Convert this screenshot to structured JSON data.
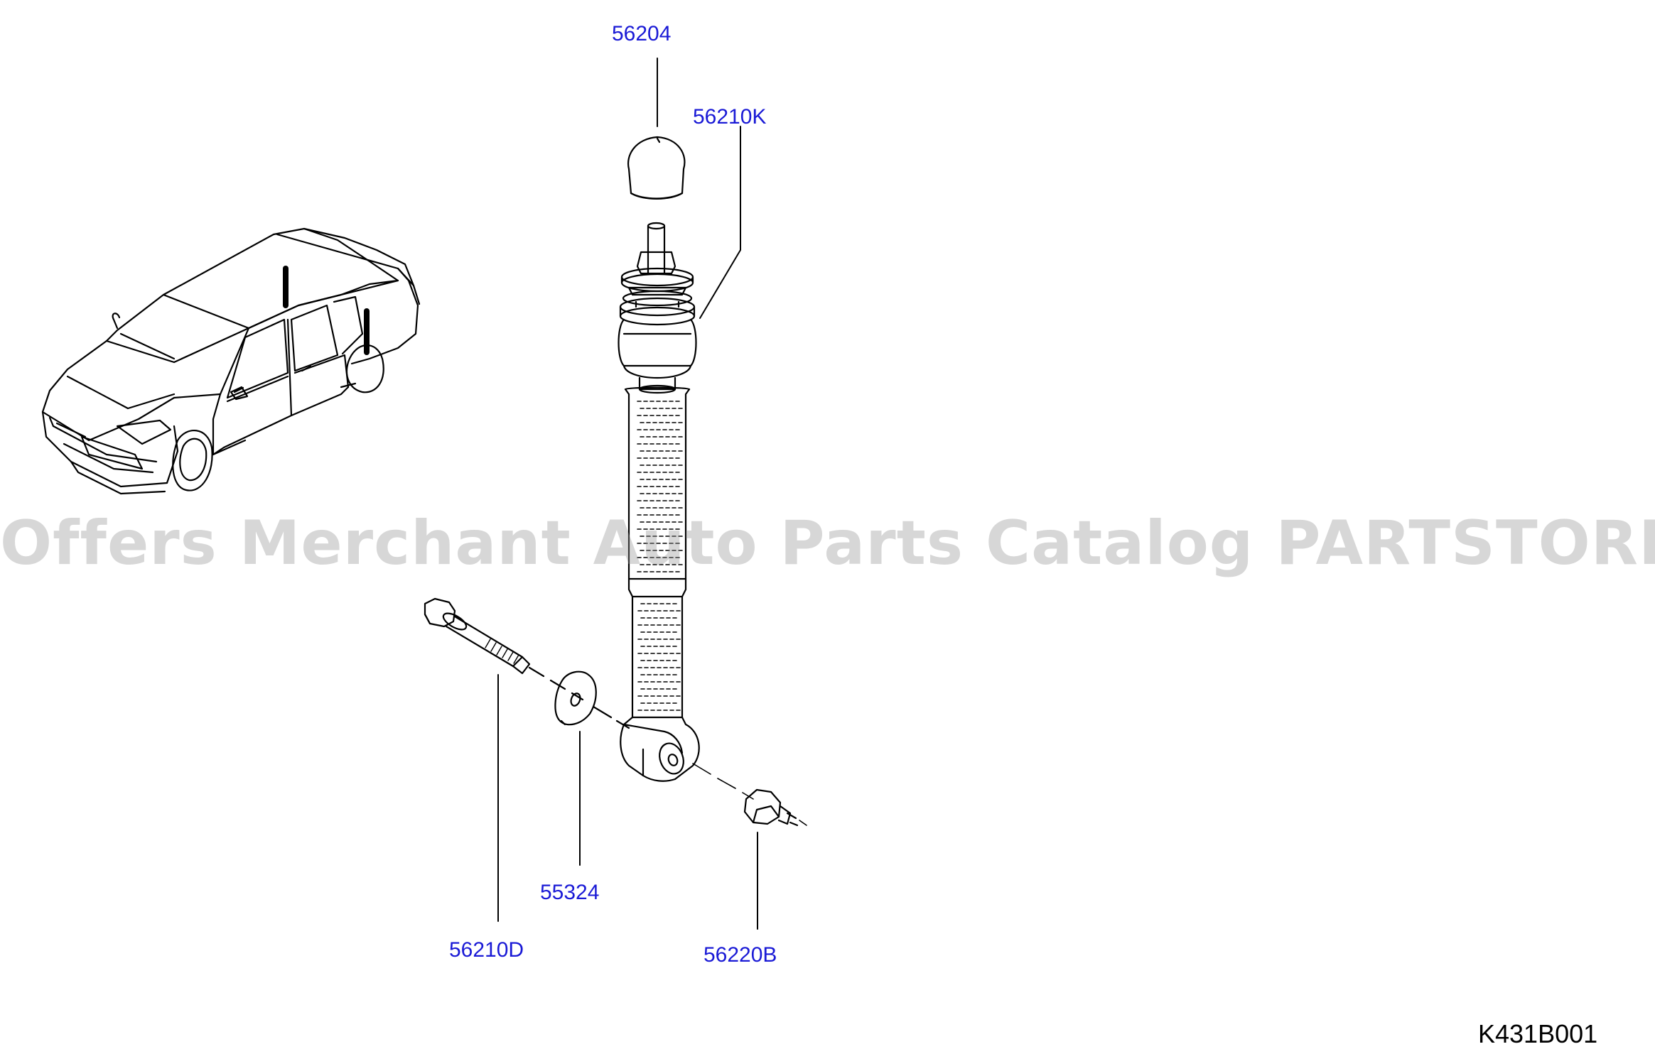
{
  "colors": {
    "callout_text": "#1a1ad6",
    "line": "#000000",
    "watermark": "#969696",
    "background": "#ffffff"
  },
  "parts": [
    {
      "number": "56204",
      "description_icon": "bump-stop-cap"
    },
    {
      "number": "56210K",
      "description_icon": "shock-absorber-mount-kit"
    },
    {
      "number": "56210D",
      "description_icon": "mounting-bolt"
    },
    {
      "number": "55324",
      "description_icon": "washer"
    },
    {
      "number": "56220B",
      "description_icon": "nut"
    }
  ],
  "diagram_id": "K431B001",
  "watermark": "Offers Merchant Auto Parts Catalog PARTSTORE.SA"
}
